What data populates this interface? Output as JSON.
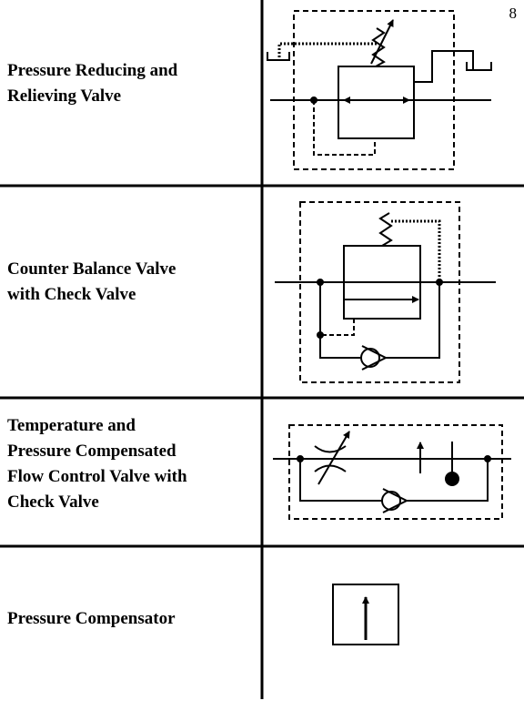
{
  "page": {
    "number": "8"
  },
  "rows": [
    {
      "label": "Pressure Reducing and\nRelieving Valve"
    },
    {
      "label": "Counter Balance Valve\nwith Check Valve"
    },
    {
      "label": "Temperature and\nPressure Compensated\nFlow Control Valve with\nCheck Valve"
    },
    {
      "label": "Pressure Compensator"
    }
  ],
  "symbols": [
    {
      "icon": "pressure-reducing-relieving-valve-icon"
    },
    {
      "icon": "counter-balance-valve-with-check-valve-icon"
    },
    {
      "icon": "temperature-pressure-compensated-flow-control-valve-with-check-valve-icon"
    },
    {
      "icon": "pressure-compensator-icon"
    }
  ]
}
